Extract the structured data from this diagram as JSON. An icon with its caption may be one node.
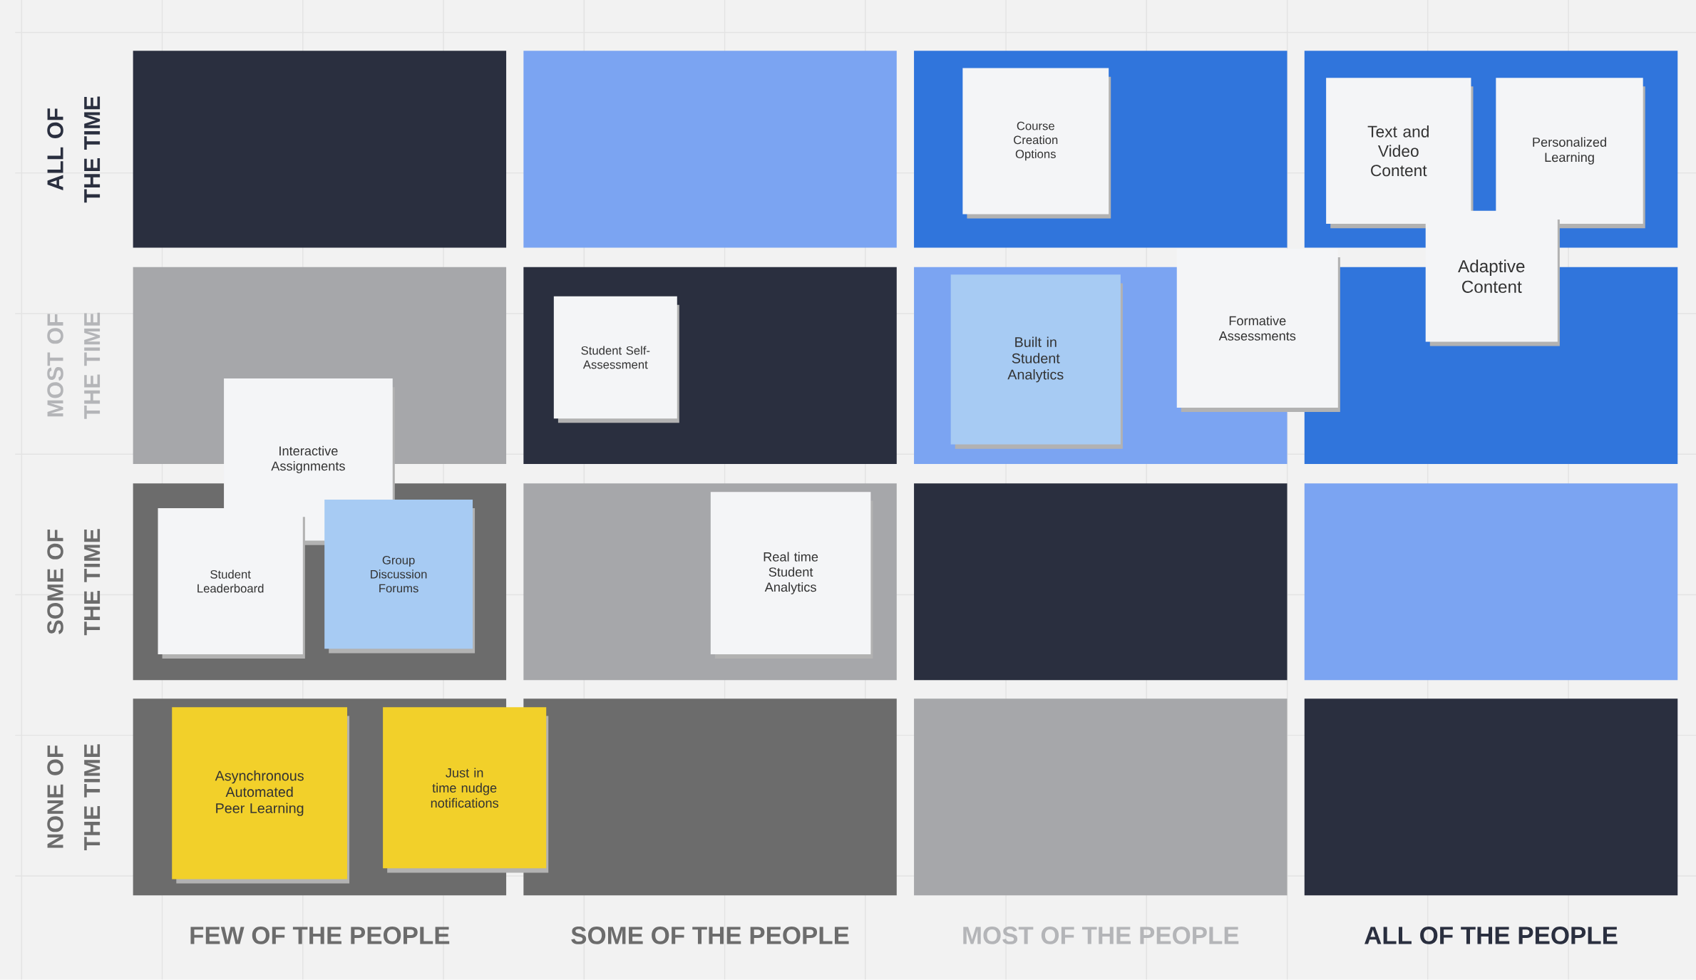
{
  "diagram": {
    "nodes": [
      {
        "text": [
          "Course Creation Options"
        ]
      },
      {
        "text": [
          "Text and Video Content"
        ]
      },
      {
        "text": [
          "Personalized Learning"
        ]
      },
      {
        "text": [
          "Adaptive Content"
        ]
      },
      {
        "text": [
          "Student Self-Assessment"
        ]
      },
      {
        "text": [
          "Built in Student Analytics"
        ]
      },
      {
        "text": [
          "Formative Assessments"
        ]
      },
      {
        "text": [
          "Interactive Assignments"
        ]
      },
      {
        "text": [
          "Student Leaderboard"
        ]
      },
      {
        "text": [
          "Group Discussion Forums"
        ]
      },
      {
        "text": [
          "Real time Student Analytics"
        ]
      },
      {
        "text": [
          "Asynchronous Automated Peer Learning"
        ]
      },
      {
        "text": [
          "Just in time nudge notifications"
        ]
      }
    ],
    "labels": [
      "ALL OF THE TIME",
      "MOST OF THE TIME",
      "SOME OF THE TIME",
      "NONE OF THE TIME",
      "FEW OF THE PEOPLE",
      "SOME OF THE PEOPLE",
      "MOST OF THE PEOPLE",
      "ALL OF THE PEOPLE"
    ]
  }
}
